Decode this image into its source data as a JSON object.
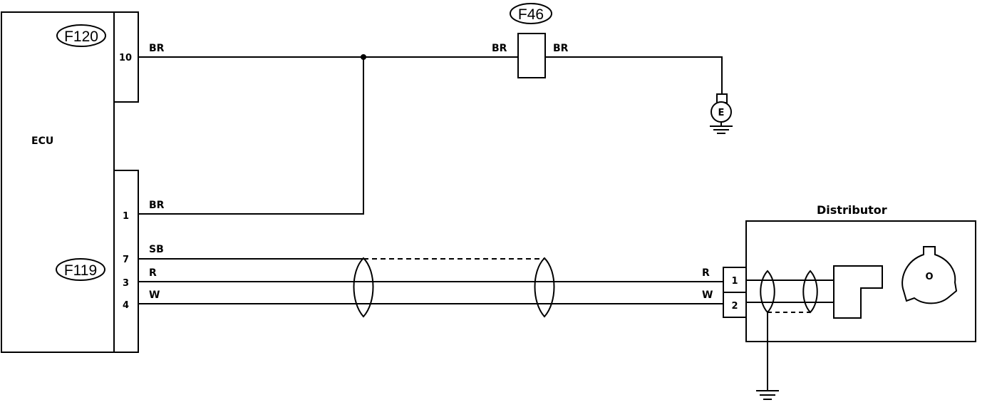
{
  "ecu": {
    "label": "ECU",
    "connector_top": "F120",
    "connector_bottom": "F119",
    "pins": {
      "p10": "10",
      "p1": "1",
      "p7": "7",
      "p3": "3",
      "p4": "4"
    }
  },
  "wires": {
    "top_left": "BR",
    "top_mid": "BR",
    "top_right": "BR",
    "pin1": "BR",
    "pin7": "SB",
    "pin3": "R",
    "pin4": "W",
    "dist_r": "R",
    "dist_w": "W"
  },
  "intermediate_connector": {
    "label": "F46"
  },
  "ground_point": {
    "label": "E"
  },
  "distributor": {
    "title": "Distributor",
    "pins": {
      "p1": "1",
      "p2": "2"
    },
    "rotor_label": "O"
  }
}
